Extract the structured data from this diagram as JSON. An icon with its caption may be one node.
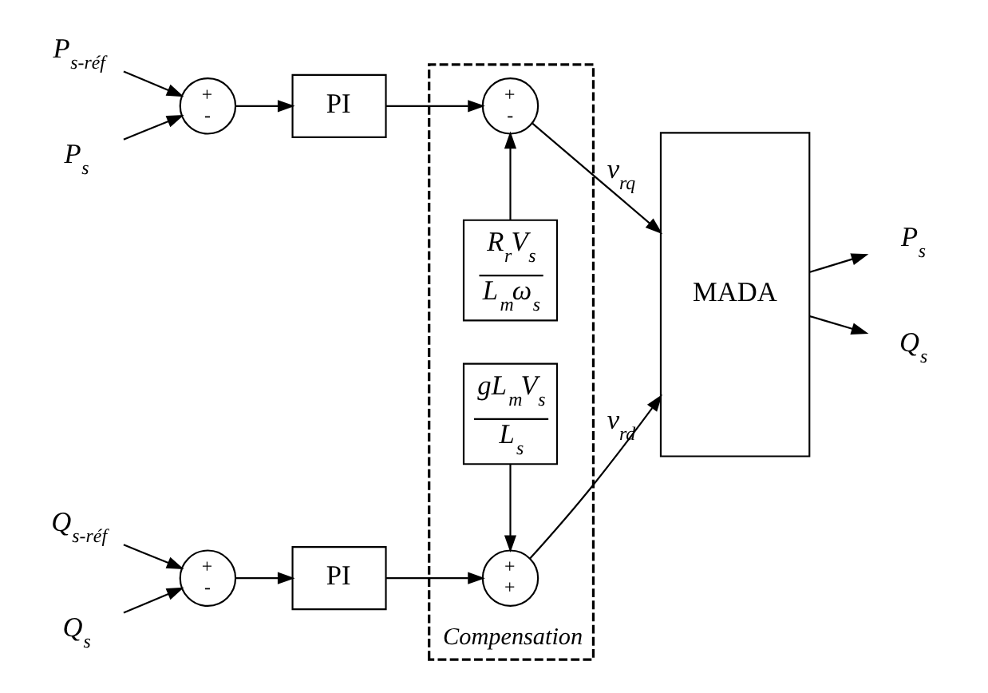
{
  "diagram": {
    "nodes": [
      {
        "text": [
          "Compensation"
        ]
      },
      {
        "text": [
          "P$_{s-réf}$"
        ]
      },
      {
        "text": [
          "+",
          "-"
        ]
      },
      {
        "text": [
          "P$_{s}$"
        ]
      },
      {
        "text": [
          "PI"
        ]
      },
      {
        "text": [
          "+",
          "-"
        ],
        "in": 0
      },
      {
        "text": [
          "R$_{r}$V$_{s}$",
          "L$_{m}$ω$_{s}$"
        ],
        "in": 0
      },
      {
        "text": [
          "gL$_{m}$V$_{s}$",
          "L$_{s}$"
        ],
        "in": 0
      },
      {
        "text": [
          "Q$_{s-réf}$"
        ]
      },
      {
        "text": [
          "+",
          "-"
        ]
      },
      {
        "text": [
          "Q$_{s}$"
        ]
      },
      {
        "text": [
          "PI"
        ]
      },
      {
        "text": [
          "+",
          "+"
        ],
        "in": 0
      },
      {
        "text": [
          "MADA"
        ]
      },
      {
        "text": [
          "P$_{s}$"
        ]
      },
      {
        "text": [
          "Q$_{s}$"
        ]
      }
    ],
    "edges": [
      {
        "from": 1,
        "to": 2,
        "arrow": "to"
      },
      {
        "from": 3,
        "to": 2,
        "arrow": "to"
      },
      {
        "from": 2,
        "to": 4,
        "arrow": "to"
      },
      {
        "from": 4,
        "to": 5,
        "arrow": "to"
      },
      {
        "from": 6,
        "to": 5,
        "arrow": "to"
      },
      {
        "from": 5,
        "to": 13,
        "arrow": "to",
        "label": "v$_{rq}$"
      },
      {
        "from": 8,
        "to": 9,
        "arrow": "to"
      },
      {
        "from": 10,
        "to": 9,
        "arrow": "to"
      },
      {
        "from": 9,
        "to": 11,
        "arrow": "to"
      },
      {
        "from": 11,
        "to": 12,
        "arrow": "to"
      },
      {
        "from": 7,
        "to": 12,
        "arrow": "to"
      },
      {
        "from": 12,
        "to": 13,
        "arrow": "to",
        "label": "v$_{rd}$"
      },
      {
        "from": 13,
        "to": 14,
        "arrow": "to"
      },
      {
        "from": 13,
        "to": 15,
        "arrow": "to"
      }
    ]
  }
}
